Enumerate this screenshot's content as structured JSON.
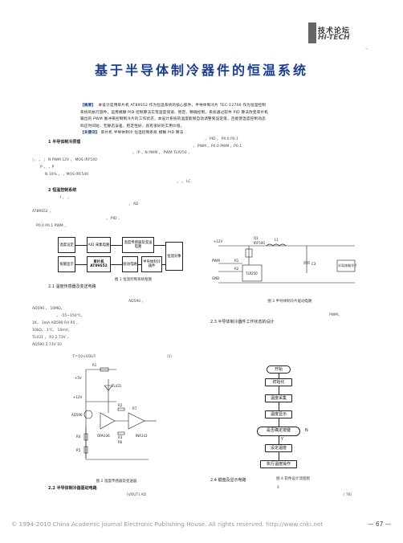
{
  "header": {
    "section_cn": "技术论坛",
    "section_en": "HI-TECH",
    "dash": "-"
  },
  "title": "基于半导体制冷器件的恒温系统",
  "abstract": {
    "label": "【摘要】",
    "lines": [
      "本设计是用单片机 AT89S52 作为恒温系统的核心部件，半导体制冷片 TEC-12706 作为恒温控制",
      "系统的执行部件，运用模糊 PID 控制算法实现温度快速、稳定、精确控制，系统通过软件 PID 算法改变单片机",
      "输出的 PWM 脉冲来控制制冷片的工作状态，本设计系统的温度能够自动调整到设定值，且能使温度控制动态",
      "响应时间短，无静态误差，稳定性好，具有很好的实用价值。"
    ],
    "keywords_label": "【关键词】",
    "keywords": "单片机  半导体制冷  恒温控制系统  模糊 PID 算法"
  },
  "sections": {
    "s1_title": "1 半导体制冷原理",
    "s2_title": "2 恒温控制系统",
    "s21_title": "2.1 温度传感器及变送电路",
    "s22_title": "2.2 半导体制冷器驱动电路",
    "s23_title": "2.3 半导体制冷器件工作状态的设计",
    "s24_title": "2.4 键盘及显示电路"
  },
  "text_fragments": {
    "f1": "，                 PID        ，   P0.0   P0.1",
    "f2": "，                PWM      ，P0.0    PWM          ，P0.1",
    "f3": "，（P   ，N     PWM          ，     PWM           TLP250  ，",
    "f4": "），         ，                        ；   N    PWM              12V ，      MOS    IRF540",
    "f5": "P              ，          ，P",
    "f6": "N                                            10% ，                   ，MOS    IRF540",
    "f7": "，                                    ，          LC",
    "f8": "I       ，                        ，",
    "f9": "，           AD",
    "f10": "AT89S52              ，",
    "f11": "，                 PID        ，",
    "f12": "P0.0    P0.1          PWM       ，",
    "f13": "AD590           ，",
    "f14": "AD590         ，        10MΩ，",
    "f15": "，            -55~150℃，",
    "f16": "1K，          1mA  AD590       R4     R5   ，",
    "f17": "              10kΩ，                 1℃，            10mV，",
    "f18": "TL431          ，       R2              2.73V ，",
    "f19": "AD590                  2.73V         10",
    "f20": "(VOUT)      AD",
    "f21": "PWM，",
    "f22": "4",
    "formula": "T＝10×VOUT",
    "formula_num": "（1）",
    "ref": "（   76）"
  },
  "fig1": {
    "caption": "图 1  恒温控制系统框图",
    "blocks": [
      "温度设定",
      "A/D 采集电路",
      "温度传感器及变送电路",
      "恒温对象",
      "单片机 AT89S52",
      "驱动电路",
      "半导体制冷器件",
      "按键显示"
    ]
  },
  "fig2": {
    "caption": "图 2  温度传感器及变送器",
    "labels": [
      "+5V",
      "R1",
      "TL431",
      "+12V",
      "AD590",
      "R4",
      "R5",
      "R2",
      "R3",
      "R6",
      "R7",
      "OPA336",
      "INA143"
    ]
  },
  "fig3": {
    "caption": "图 3  半导体制冷片驱动电路",
    "labels": [
      "+12V",
      "Q1",
      "IRF540",
      "L1",
      "PWM",
      "R1",
      "R2",
      "TLP250",
      "GND",
      "C3",
      "半导体制冷片"
    ]
  },
  "fig4": {
    "caption": "图 4  软件设计流程图",
    "steps": [
      "开始",
      "初始化",
      "温度采集",
      "温度显示",
      "是否确定按键",
      "设定温度",
      "执行温度操作"
    ],
    "yes": "Y",
    "no": "N"
  },
  "footer": {
    "copyright": "© 1994-2010 China Academic Journal Electronic Publishing House. All rights reserved.    http://www.cnki.net",
    "page": "— 67 —"
  }
}
